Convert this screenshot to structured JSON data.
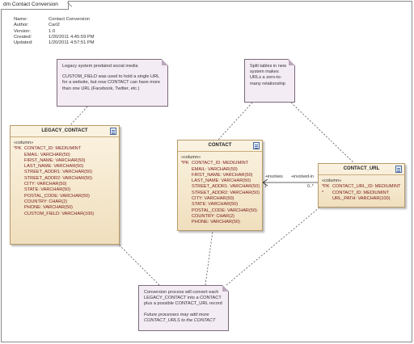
{
  "frame_title": "dm Contact Conversion",
  "meta": [
    {
      "key": "Name:",
      "value": "Contact Conversion"
    },
    {
      "key": "Author:",
      "value": "Carl2"
    },
    {
      "key": "Version:",
      "value": "1.0"
    },
    {
      "key": "Created:",
      "value": "1/20/2011 4:45:59 PM"
    },
    {
      "key": "Updated:",
      "value": "1/20/2011 4:57:51 PM"
    }
  ],
  "notes": {
    "legacy": {
      "line1": "Legacy system predated social media",
      "line2": "CUSTOM_FIELD was used to hold a single URL for a website, but now CONTACT can have more than one URL (Facebook, Twitter, etc.)"
    },
    "split": {
      "text": "Split tables in new system makes URLs a zero-to-many relationship"
    },
    "conversion": {
      "line1": "Conversion process will convert each LEGACY_CONTACT into a CONTACT plus a possible CONTACT_URL record",
      "line2": "Future processes may add more CONTACT_URLS to the CONTACT"
    }
  },
  "entities": {
    "legacy_contact": {
      "name": "LEGACY_CONTACT",
      "stereotype": "«column»",
      "columns": [
        {
          "prefix": "*PK",
          "text": "CONTACT_ID:  MEDIUMINT"
        },
        {
          "prefix": "",
          "text": "EMAIL:  VARCHAR(50)"
        },
        {
          "prefix": "",
          "text": "FIRST_NAME:  VARCHAR(50)"
        },
        {
          "prefix": "",
          "text": "LAST_NAME:  VARCHAR(50)"
        },
        {
          "prefix": "",
          "text": "STREET_ADDR1:  VARCHAR(50)"
        },
        {
          "prefix": "",
          "text": "STREET_ADDR2:  VARCHAR(50)"
        },
        {
          "prefix": "",
          "text": "CITY:  VARCHAR(50)"
        },
        {
          "prefix": "",
          "text": "STATE:  VARCHAR(50)"
        },
        {
          "prefix": "",
          "text": "POSTAL_CODE:  VARCHAR(50)"
        },
        {
          "prefix": "",
          "text": "COUNTRY:  CHAR(2)"
        },
        {
          "prefix": "",
          "text": "PHONE:  VARCHAR(50)"
        },
        {
          "prefix": "",
          "text": "CUSTOM_FIELD:  VARCHAR(100)"
        }
      ]
    },
    "contact": {
      "name": "CONTACT",
      "stereotype": "«column»",
      "columns": [
        {
          "prefix": "*PK",
          "text": "CONTACT_ID:  MEDIUMINT"
        },
        {
          "prefix": "",
          "text": "EMAIL:  VARCHAR(50)"
        },
        {
          "prefix": "",
          "text": "FIRST_NAME:  VARCHAR(50)"
        },
        {
          "prefix": "",
          "text": "LAST_NAME:  VARCHAR(50)"
        },
        {
          "prefix": "",
          "text": "STREET_ADDR1:  VARCHAR(50)"
        },
        {
          "prefix": "",
          "text": "STREET_ADDR2:  VARCHAR(50)"
        },
        {
          "prefix": "",
          "text": "CITY:  VARCHAR(50)"
        },
        {
          "prefix": "",
          "text": "STATE:  VARCHAR(50)"
        },
        {
          "prefix": "",
          "text": "POSTAL_CODE:  VARCHAR(50)"
        },
        {
          "prefix": "",
          "text": "COUNTRY:  CHAR(2)"
        },
        {
          "prefix": "",
          "text": "PHONE:  VARCHAR(50)"
        }
      ]
    },
    "contact_url": {
      "name": "CONTACT_URL",
      "stereotype": "«column»",
      "columns": [
        {
          "prefix": "*PK",
          "text": "CONTACT_URL_ID:  MEDIUMINT"
        },
        {
          "prefix": "*",
          "text": "CONTACT_ID:  MEDIUMINT"
        },
        {
          "prefix": "",
          "text": "URL_PATH:  VARCHAR(100)"
        }
      ]
    }
  },
  "relationship": {
    "role_contact": "+involves",
    "role_url": "+involved-in",
    "mult_contact": "1",
    "mult_url": "0..*"
  }
}
